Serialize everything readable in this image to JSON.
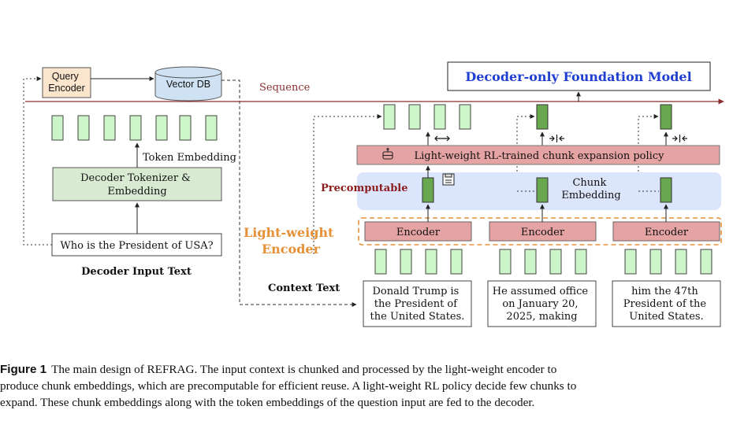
{
  "colors": {
    "token_green": "#ccf5c9",
    "dark_green": "#6aa84f",
    "encoder_red": "#e6a3a3",
    "embed_blue": "#dbe5fb",
    "tokenizer_green": "#d9ead3",
    "query_peach": "#fce5cd",
    "vectordb_blue": "#cfe2f3",
    "orange": "#e69138",
    "title_blue": "#1f3fd1",
    "precomp_red": "#8b1c1c",
    "line_brown": "#8b2f2f"
  },
  "diagram": {
    "query_encoder": "Query\nEncoder",
    "vector_db": "Vector DB",
    "sequence_label": "Sequence",
    "foundation_model": "Decoder-only Foundation Model",
    "token_embedding_label": "Token Embedding",
    "decoder_tokenizer": "Decoder Tokenizer &\nEmbedding",
    "question": "Who is the President of USA?",
    "decoder_input_label": "Decoder Input Text",
    "policy_label": "Light-weight RL-trained chunk expansion policy",
    "precomputable_label": "Precomputable",
    "chunk_embedding_label": "Chunk\nEmbedding",
    "lightweight_encoder_label": "Light-weight\nEncoder",
    "encoder_labels": [
      "Encoder",
      "Encoder",
      "Encoder"
    ],
    "context_text_label": "Context Text",
    "context_chunks": [
      "Donald Trump is\nthe President of\nthe United States.",
      "He assumed office\non January 20,\n2025, making",
      "him the 47th\nPresident of the\nUnited States."
    ],
    "icons": [
      "robot-icon",
      "floppy-disk-icon",
      "expand-arrows-icon",
      "compress-arrows-icon"
    ]
  },
  "caption": {
    "figure_label": "Figure 1",
    "lines": [
      "The main design of REFRAG. The input context is chunked and processed by the light-weight encoder to",
      "produce chunk embeddings, which are precomputable for efficient reuse. A light-weight RL policy decide few chunks to",
      "expand. These chunk embeddings along with the token embeddings of the question input are fed to the decoder."
    ]
  }
}
